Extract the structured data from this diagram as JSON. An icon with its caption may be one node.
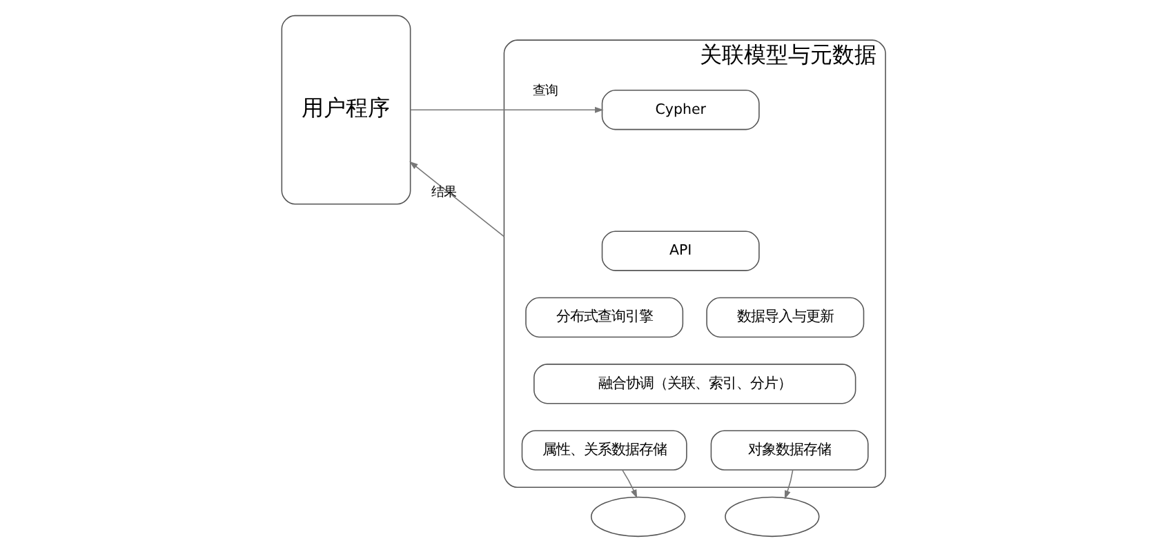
{
  "diagram": {
    "nodes": [
      {
        "text": [
          "用户程序"
        ]
      },
      {
        "text": [
          "关联模型与元数据"
        ]
      },
      {
        "text": [
          "Cypher"
        ],
        "in": 1
      },
      {
        "text": [
          "API"
        ],
        "in": 1
      },
      {
        "text": [
          "分布式查询引擎"
        ],
        "in": 1
      },
      {
        "text": [
          "数据导入与更新"
        ],
        "in": 1
      },
      {
        "text": [
          "融合协调（关联、索引、分片）"
        ],
        "in": 1
      },
      {
        "text": [
          "属性、关系数据存储"
        ],
        "in": 1
      },
      {
        "text": [
          "对象数据存储"
        ],
        "in": 1
      },
      {
        "text": [],
        "shape": "circle"
      },
      {
        "text": [],
        "shape": "circle"
      }
    ],
    "edges": [
      {
        "from": 0,
        "to": 2,
        "arrow": "to",
        "label": "查询"
      },
      {
        "from": 1,
        "to": 0,
        "arrow": "to",
        "label": "结果"
      },
      {
        "from": 7,
        "to": 9,
        "arrow": "to"
      },
      {
        "from": 8,
        "to": 10,
        "arrow": "to"
      }
    ]
  }
}
